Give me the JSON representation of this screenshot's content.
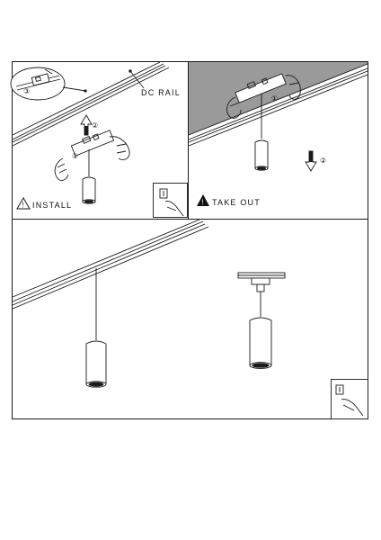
{
  "labels": {
    "rail": "DC RAIL",
    "install": "INSTALL",
    "take_out": "TAKE OUT",
    "warning_glyph": "!"
  },
  "step_numbers": {
    "one": "①",
    "two": "②",
    "three": "③"
  },
  "colors": {
    "line": "#1a1a1a",
    "ceiling_shade": "#9a9a9a",
    "warning_fill": "#111111"
  }
}
